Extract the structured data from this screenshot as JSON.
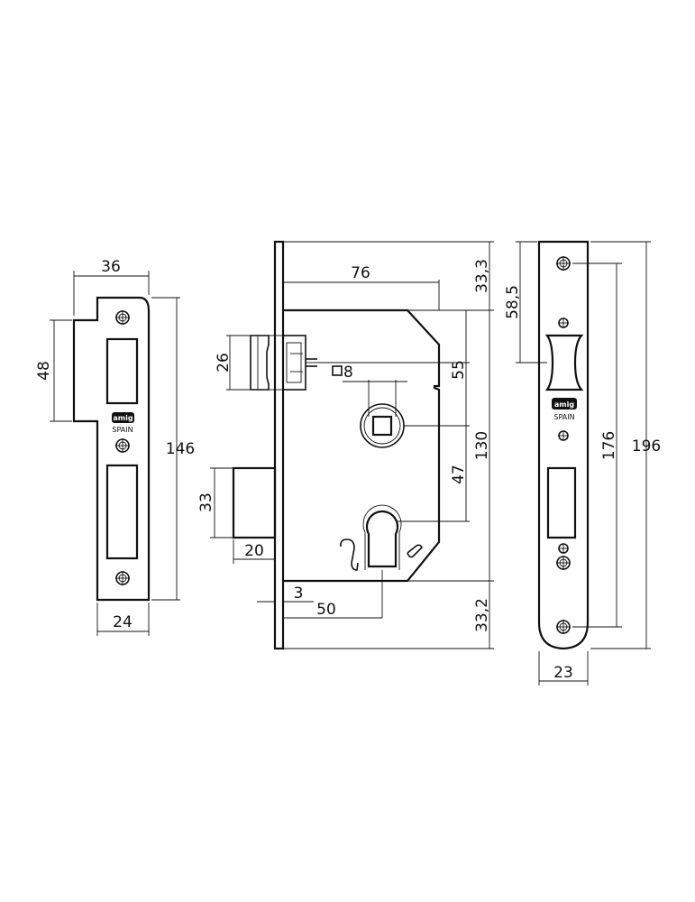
{
  "dimensions": {
    "strike_width": "36",
    "strike_opening": "48",
    "strike_height": "146",
    "strike_bottom_width": "24",
    "backset": "76",
    "top_offset": "33,3",
    "latch_height": "26",
    "spindle": "8",
    "latch_to_spindle": "55",
    "body_height": "130",
    "spindle_to_cylinder": "47",
    "bolt_height": "33",
    "bolt_throw": "20",
    "faceplate_thickness": "3",
    "cylinder_backset": "50",
    "bottom_offset": "33,2",
    "upper_hole": "58,5",
    "screw_spacing": "176",
    "faceplate_height": "196",
    "faceplate_width": "23"
  },
  "branding": {
    "logo_text": "amig",
    "country": "SPAIN"
  }
}
